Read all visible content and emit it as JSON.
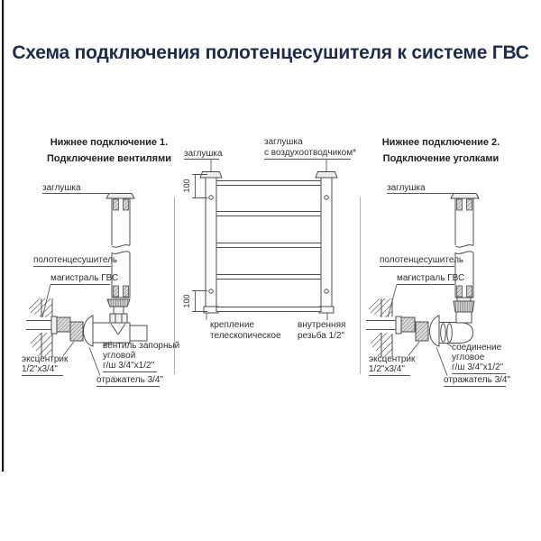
{
  "title": "Схема подключения полотенцесушителя к системе ГВС",
  "colors": {
    "title_text": "#1f2b4a",
    "line_art": "#4d4d4d",
    "label_text": "#2f2f2f"
  },
  "left": {
    "heading1": "Нижнее подключение 1.",
    "heading2": "Подключение вентилями",
    "cap_label": "заглушка",
    "rail_label": "полотенцесушитель",
    "mains_label": "магистраль ГВС",
    "valve_label1": "вентиль запорный",
    "valve_label2": "угловой",
    "valve_label3": "г/ш 3/4\"x1/2\"",
    "eccentric_label1": "эксцентрик",
    "eccentric_label2": "1/2\"x3/4\"",
    "reflector_label": "отражатель 3/4\""
  },
  "center": {
    "cap_label": "заглушка",
    "airvent_label1": "заглушка",
    "airvent_label2": "с воздухоотводчиком*",
    "dim_top": "100",
    "dim_bottom": "100",
    "bracket_label1": "крепление",
    "bracket_label2": "телескопическое",
    "thread_label1": "внутренняя",
    "thread_label2": "резьба 1/2\""
  },
  "right": {
    "heading1": "Нижнее подключение 2.",
    "heading2": "Подключение уголками",
    "cap_label": "заглушка",
    "rail_label": "полотенцесушитель",
    "mains_label": "магистраль ГВС",
    "elbow_label1": "соединение",
    "elbow_label2": "угловое",
    "elbow_label3": "г/ш 3/4\"x1/2\"",
    "eccentric_label1": "эксцентрик",
    "eccentric_label2": "1/2\"x3/4\"",
    "reflector_label": "отражатель 3/4\""
  }
}
